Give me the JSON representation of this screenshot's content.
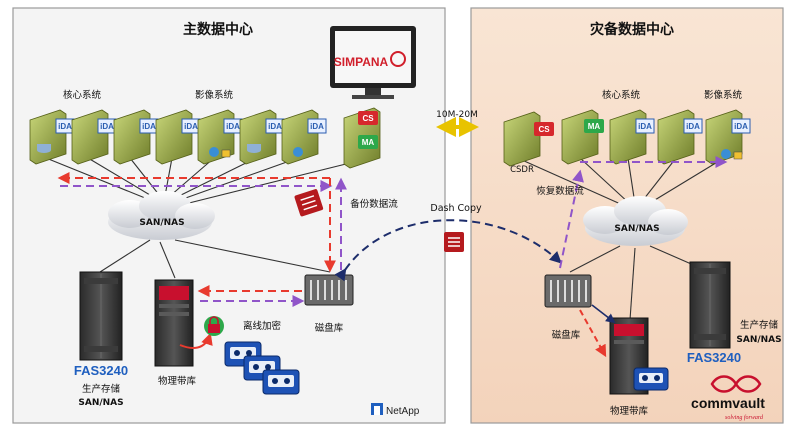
{
  "main_center": {
    "title": "主数据中心",
    "core_label": "核心系统",
    "image_label": "影像系统",
    "software_logo": "SIMPANA",
    "cs": "CS",
    "ma": "MA",
    "ida": "iDA",
    "san": "SAN/NAS",
    "backup_flow": "备份数据流",
    "fas": "FAS3240",
    "storage_label": "生产存储",
    "storage_sub": "SAN/NAS",
    "tape_label": "物理带库",
    "disk_label": "磁盘库",
    "encrypt_label": "离线加密",
    "netapp": "NetApp"
  },
  "link": {
    "bandwidth": "10M-20M",
    "dash_copy": "Dash Copy"
  },
  "dr_center": {
    "title": "灾备数据中心",
    "core_label": "核心系统",
    "image_label": "影像系统",
    "cs": "CS",
    "ma": "MA",
    "ida": "iDA",
    "csdr": "CSDR",
    "restore_flow": "恢复数据流",
    "san": "SAN/NAS",
    "disk_label": "磁盘库",
    "storage_label": "生产存储",
    "storage_sub": "SAN/NAS",
    "fas": "FAS3240",
    "tape_label": "物理带库",
    "commvault": "commvault",
    "tagline": "solving forward"
  },
  "colors": {
    "main_bg": "#f4f4f4",
    "dr_bg": "#f6dcc8",
    "red_arrow": "#e83a2e",
    "purple_arrow": "#9055c9",
    "dash_copy": "#1d2d6b",
    "fas_blue": "#1f5fbf"
  }
}
